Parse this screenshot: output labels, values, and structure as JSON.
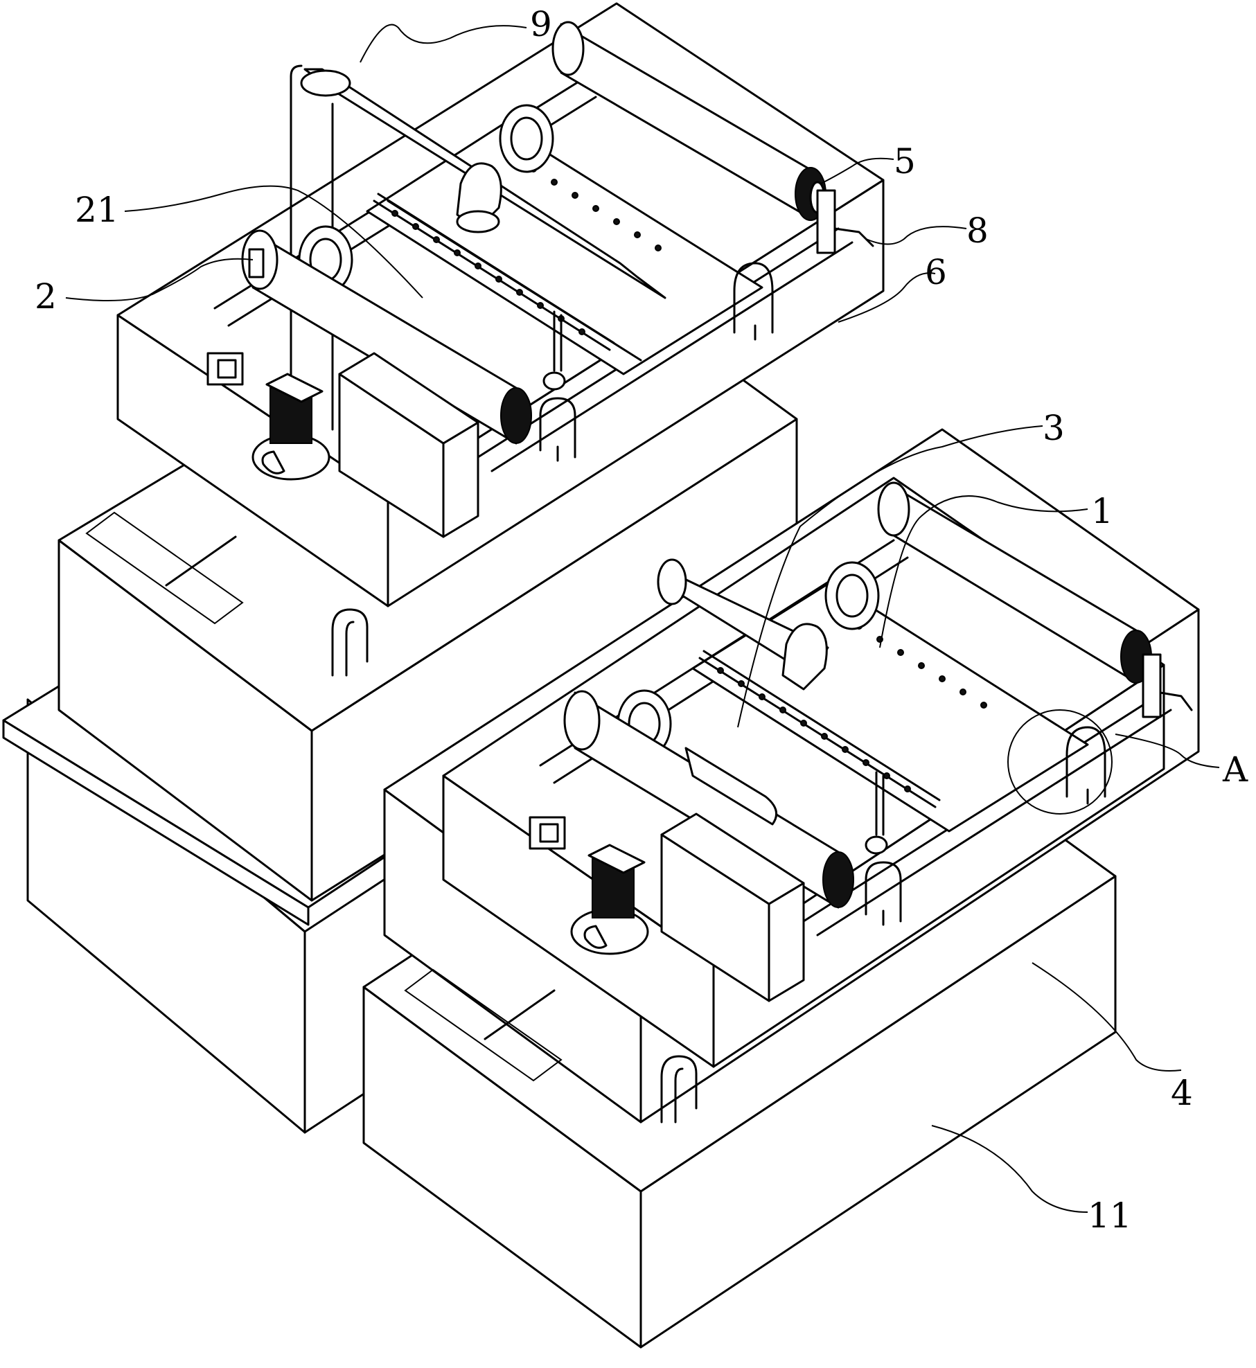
{
  "figure": {
    "background": "#ffffff",
    "line_color": "#000000",
    "labels": [
      {
        "id": "label-9",
        "text": "9"
      },
      {
        "id": "label-5",
        "text": "5"
      },
      {
        "id": "label-8",
        "text": "8"
      },
      {
        "id": "label-21",
        "text": "21"
      },
      {
        "id": "label-6",
        "text": "6"
      },
      {
        "id": "label-2",
        "text": "2"
      },
      {
        "id": "label-3",
        "text": "3"
      },
      {
        "id": "label-1",
        "text": "1"
      },
      {
        "id": "label-A",
        "text": "A"
      },
      {
        "id": "label-4",
        "text": "4"
      },
      {
        "id": "label-11",
        "text": "11"
      }
    ]
  }
}
